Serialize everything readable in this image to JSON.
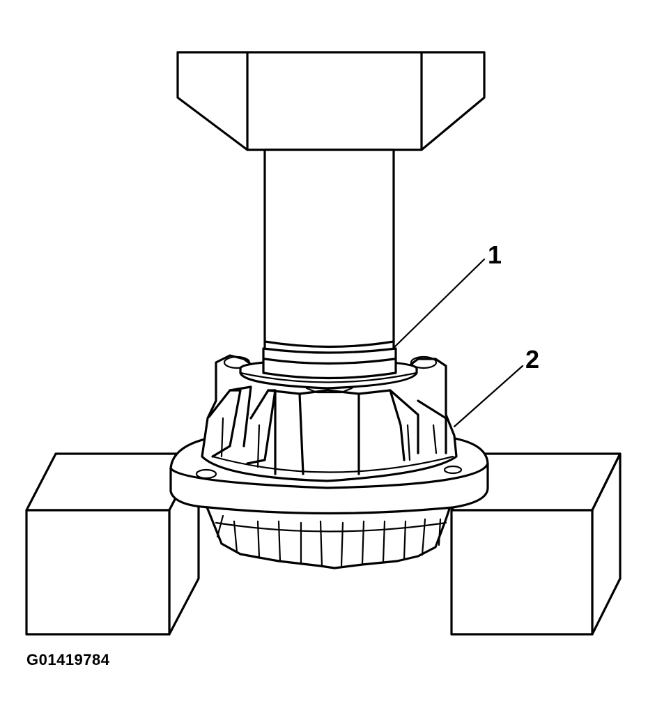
{
  "callouts": [
    {
      "label": "1",
      "target": "press-adapter-ring"
    },
    {
      "label": "2",
      "target": "differential-housing-flange"
    }
  ],
  "figure_id": "G01419784"
}
